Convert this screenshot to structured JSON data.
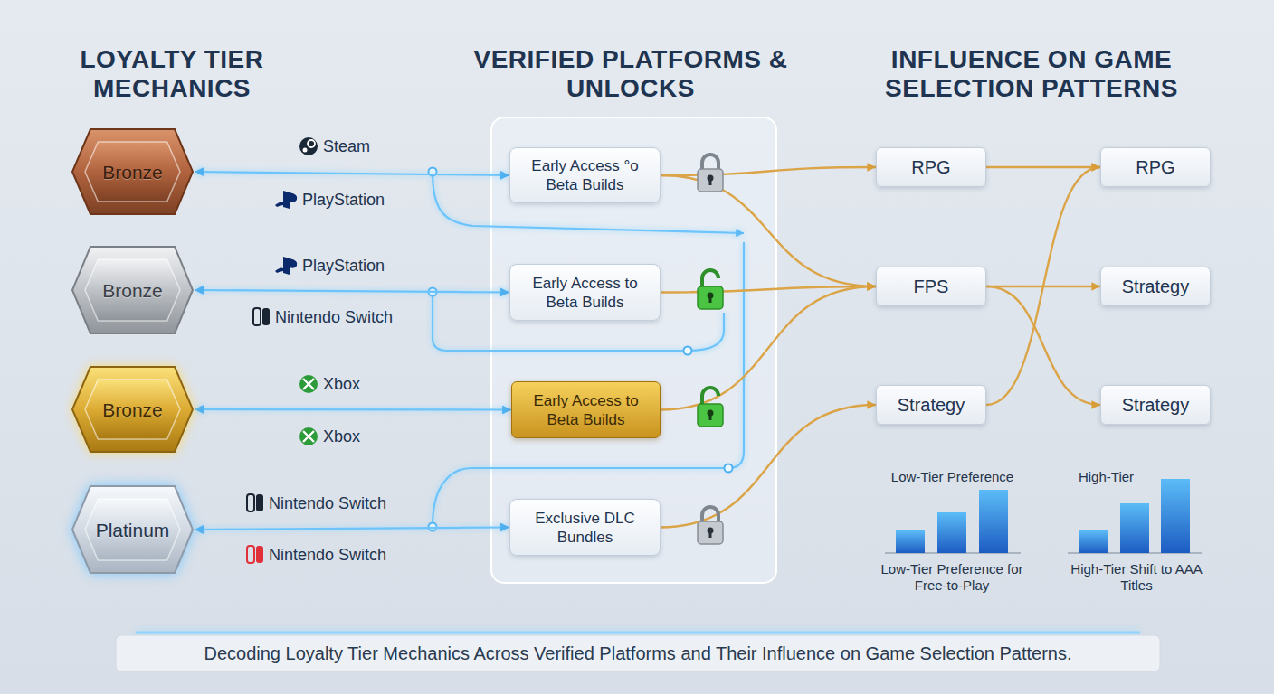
{
  "diagram": {
    "caption": "Decoding Loyalty Tier Mechanics Across Verified Platforms and Their Influence on Game Selection Patterns.",
    "nodes": [
      {
        "text": [
          "Bronze"
        ]
      },
      {
        "text": [
          "Bronze"
        ]
      },
      {
        "text": [
          "Bronze"
        ]
      },
      {
        "text": [
          "Platinum"
        ]
      },
      {
        "text": [
          "Early Access °o Beta Builds"
        ]
      },
      {
        "text": [
          "Early Access to Beta Builds"
        ]
      },
      {
        "text": [
          "Early Access to Beta Builds"
        ]
      },
      {
        "text": [
          "Exclusive DLC Bundles"
        ]
      },
      {
        "text": [
          "RPG"
        ]
      },
      {
        "text": [
          "FPS"
        ]
      },
      {
        "text": [
          "Strategy"
        ]
      },
      {
        "text": [
          "RPG"
        ]
      },
      {
        "text": [
          "Strategy"
        ]
      },
      {
        "text": [
          "Strategy"
        ]
      }
    ],
    "edges": [
      {
        "from": 0,
        "to": 4,
        "arrow": "both"
      },
      {
        "from": 1,
        "to": 5,
        "arrow": "both"
      },
      {
        "from": 2,
        "to": 6,
        "arrow": "both"
      },
      {
        "from": 3,
        "to": 7,
        "arrow": "both"
      },
      {
        "from": 4,
        "to": 8,
        "arrow": "to"
      },
      {
        "from": 4,
        "to": 9,
        "arrow": "to"
      },
      {
        "from": 5,
        "to": 9,
        "arrow": "to"
      },
      {
        "from": 6,
        "to": 9,
        "arrow": "to"
      },
      {
        "from": 7,
        "to": 10,
        "arrow": "to"
      },
      {
        "from": 8,
        "to": 11,
        "arrow": "to"
      },
      {
        "from": 9,
        "to": 12,
        "arrow": "to"
      },
      {
        "from": 9,
        "to": 13,
        "arrow": "to"
      },
      {
        "from": 10,
        "to": 11,
        "arrow": "to"
      }
    ],
    "labels": [
      "LOYALTY TIER MECHANICS",
      "VERIFIED PLATFORMS & UNLOCKS",
      "INFLUENCE ON GAME SELECTION PATTERNS",
      "Steam",
      "PlayStation",
      "PlayStation",
      "Nintendo Switch",
      "Xbox",
      "Xbox",
      "Nintendo Switch",
      "Nintendo Switch",
      "Low-Tier Preference",
      "Low-Tier Preference for Free-to-Play",
      "High-Tier",
      "High-Tier Shift to AAA Titles"
    ]
  }
}
